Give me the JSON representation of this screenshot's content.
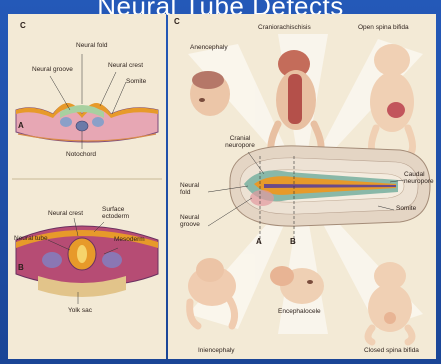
{
  "slide": {
    "title": "Neural Tube Defects"
  },
  "panel_a": {
    "letter": "A",
    "labels": {
      "neural_fold": "Neural fold",
      "neural_groove": "Neural groove",
      "neural_crest": "Neural crest",
      "somite": "Somite",
      "notochord": "Notochord"
    }
  },
  "panel_b": {
    "letter": "B",
    "labels": {
      "neural_crest": "Neural crest",
      "surface_ectoderm": "Surface\nectoderm",
      "neural_tube": "Neural tube",
      "mesoderm": "Mesoderm",
      "yolk_sac": "Yolk sac"
    }
  },
  "panel_c": {
    "letter": "C",
    "defects": {
      "anencephaly": "Anencephaly",
      "craniorachischisis": "Craniorachischisis",
      "open_spina_bifida": "Open spina bifida",
      "iniencephaly": "Iniencephaly",
      "encephalocele": "Encephalocele",
      "closed_spina_bifida": "Closed spina bifida"
    },
    "embryo_labels": {
      "cranial_neuropore": "Cranial\nneuropore",
      "neural_fold": "Neural\nfold",
      "neural_groove": "Neural\ngroove",
      "caudal_neuropore": "Caudal\nneuropore",
      "somite": "Somite",
      "section_a": "A",
      "section_b": "B"
    }
  }
}
